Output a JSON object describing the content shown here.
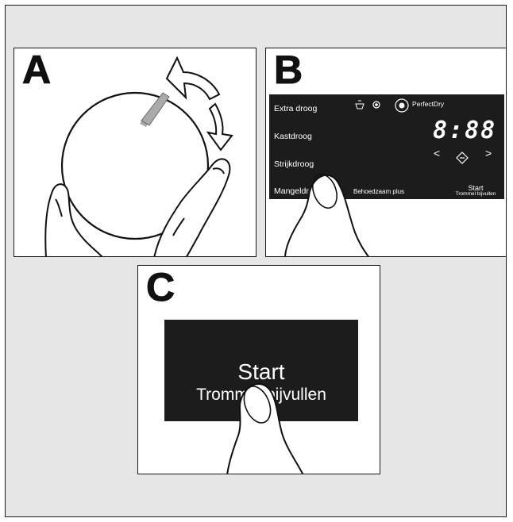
{
  "panels": {
    "a": {
      "letter": "A"
    },
    "b": {
      "letter": "B",
      "programs": [
        "Extra droog",
        "Kastdroog",
        "Strijkdroog",
        "Mangeldroog"
      ],
      "perfectdry_label": "PerfectDry",
      "time_display": "8:88",
      "nav_prev": "<",
      "nav_next": ">",
      "behoedzaam_label": "Behoedzaam plus",
      "start_label": "Start",
      "start_sublabel": "Trommel bijvullen"
    },
    "c": {
      "letter": "C",
      "start_label": "Start",
      "start_sublabel": "Trommel bijvullen"
    }
  },
  "colors": {
    "background": "#e6e6e6",
    "panel": "#ffffff",
    "display": "#1c1c1c",
    "indicator": "#aaaaaa"
  },
  "icons": [
    "rotate-arrows-icon",
    "hand-icon",
    "finger-icon",
    "basket-icon",
    "wool-icon",
    "perfectdry-icon",
    "favourite-icon"
  ]
}
